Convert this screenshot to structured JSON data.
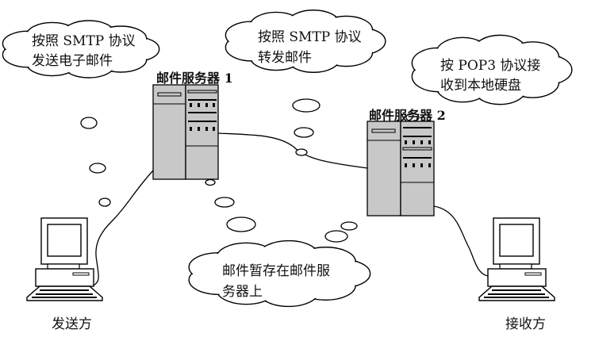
{
  "clouds": {
    "sender_note": {
      "line1": "按照 SMTP 协议",
      "line2": "发送电子邮件"
    },
    "relay_note": {
      "line1": "按照 SMTP 协议",
      "line2": "转发邮件"
    },
    "receiver_note": {
      "line1": "按 POP3 协议接",
      "line2": "收到本地硬盘"
    },
    "storage_note": {
      "line1": "邮件暂存在邮件服",
      "line2": "务器上"
    }
  },
  "servers": {
    "server1": "邮件服务器 1",
    "server2": "邮件服务器 2"
  },
  "endpoints": {
    "sender": "发送方",
    "receiver": "接收方"
  },
  "colors": {
    "server_fill": "#c8c8c8",
    "line": "#000000"
  }
}
